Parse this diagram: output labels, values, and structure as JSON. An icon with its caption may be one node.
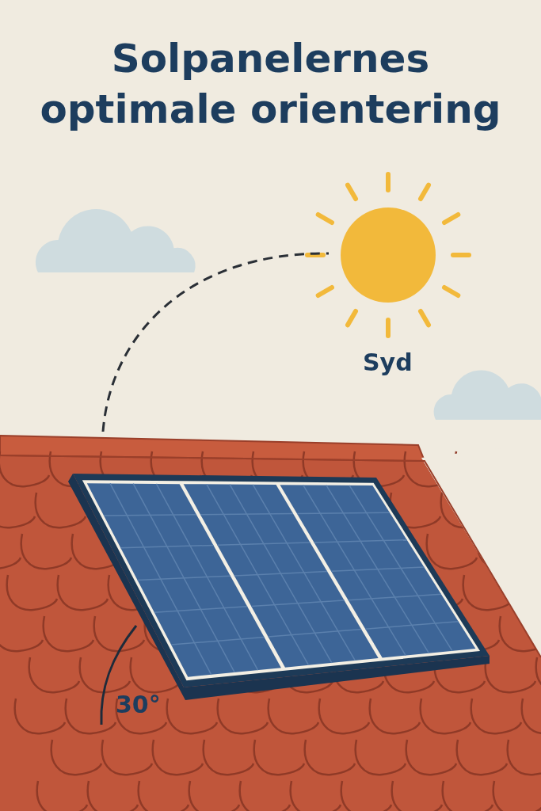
{
  "diagram": {
    "title": "Solpanelernes optimale orientering",
    "labels": [
      "Syd",
      "30°"
    ]
  }
}
